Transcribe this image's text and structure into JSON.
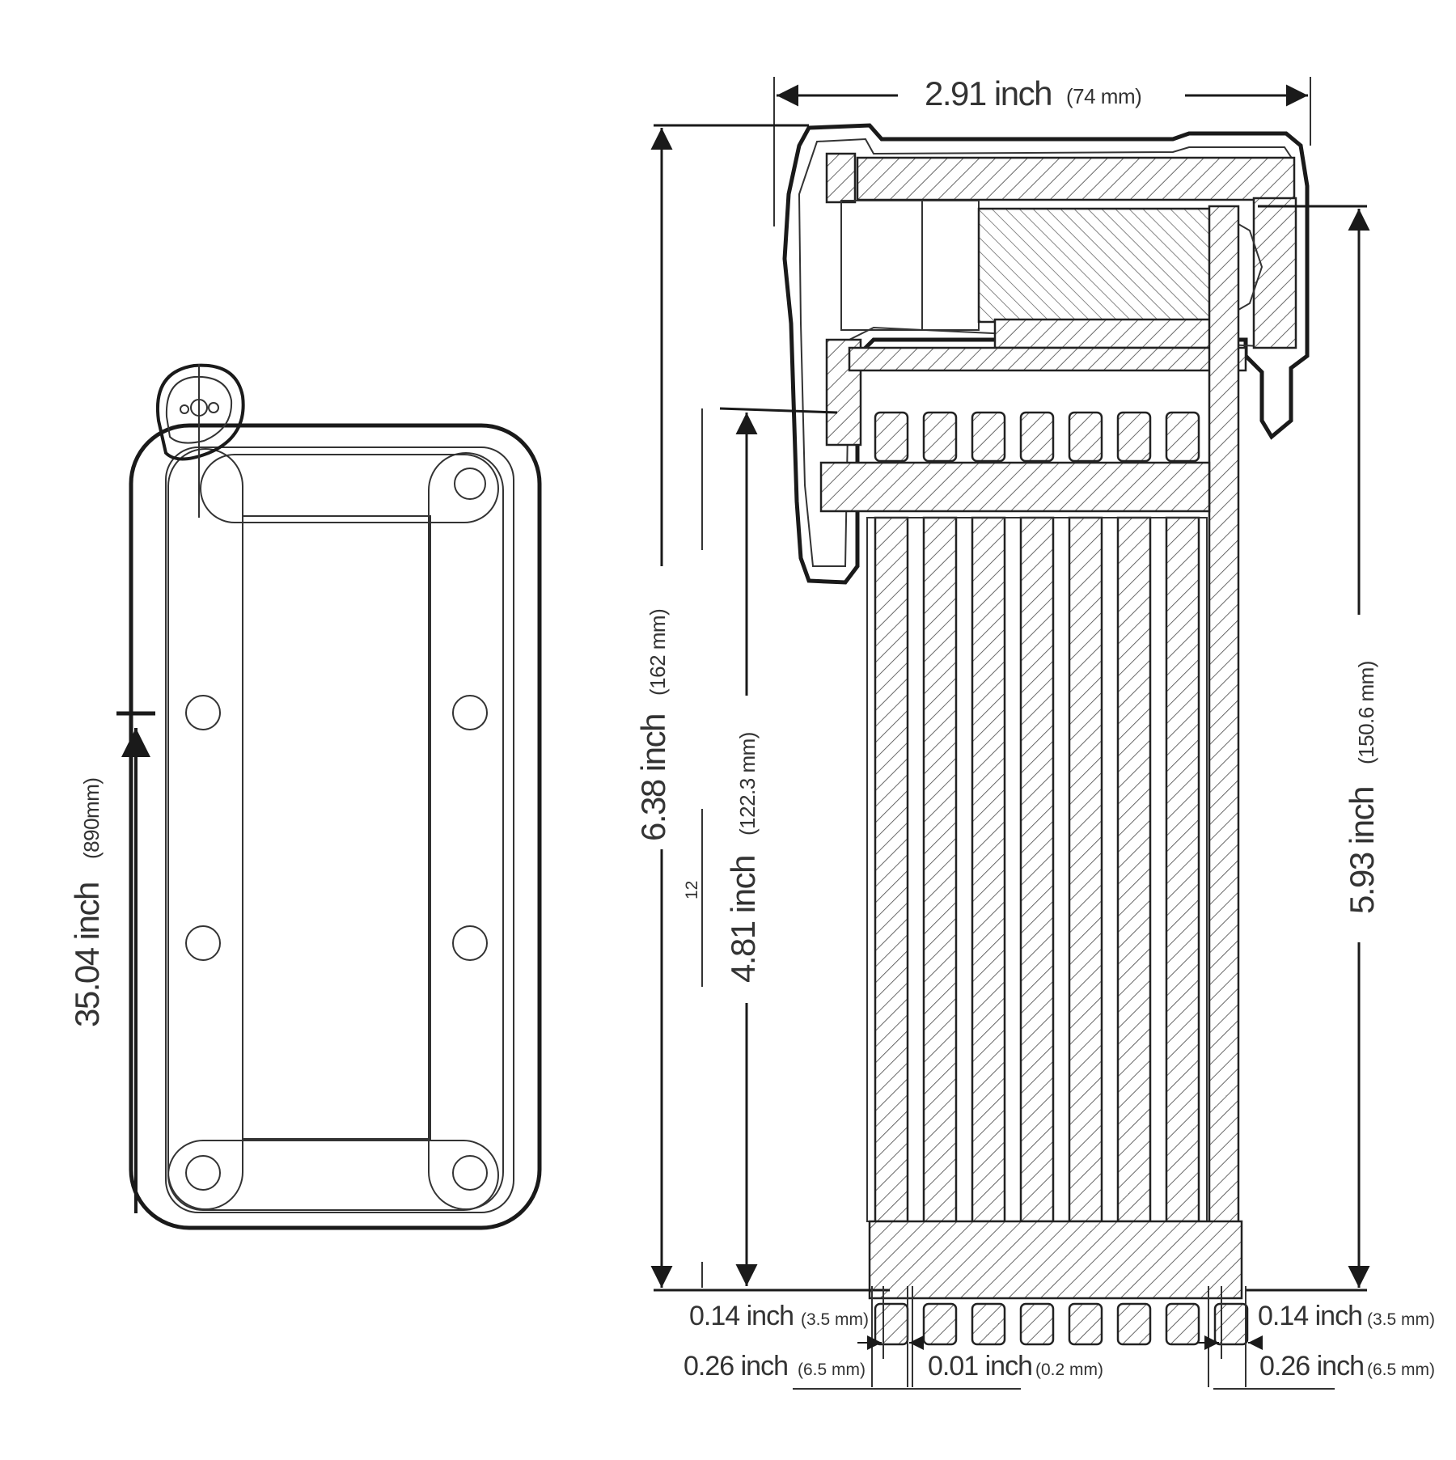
{
  "left_view": {
    "length_value": "35.04 inch",
    "length_unit": "(890mm)"
  },
  "right_view": {
    "width_value": "2.91 inch",
    "width_unit": "(74 mm)",
    "total_height_value": "6.38 inch",
    "total_height_unit": "(162 mm)",
    "bar_height_value": "4.81 inch",
    "bar_height_unit": "(122.3 mm)",
    "inner_height_value": "5.93 inch",
    "inner_height_unit": "(150.6 mm)",
    "side_mark": "12",
    "left_thickness_value": "0.14 inch",
    "left_thickness_unit": "(3.5 mm)",
    "left_bar_width_value": "0.26 inch",
    "left_bar_width_unit": "(6.5 mm)",
    "gap_value": "0.01 inch",
    "gap_unit": "(0.2 mm)",
    "right_thickness_value": "0.14 inch",
    "right_thickness_unit": "(3.5 mm)",
    "right_bar_width_value": "0.26 inch",
    "right_bar_width_unit": "(6.5 mm)"
  }
}
